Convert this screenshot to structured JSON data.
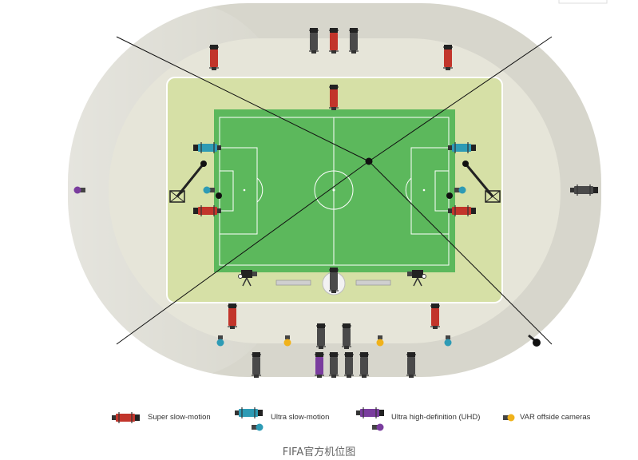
{
  "legend": {
    "super_slow": "Super slow-motion",
    "ultra_slow": "Ultra slow-motion",
    "uhd": "Ultra high-definition (UHD)",
    "var": "VAR offside cameras"
  },
  "caption": "FIFA官方机位图",
  "colors": {
    "background": "#ffffff",
    "stand_outer": "#d7d6cc",
    "stand_inner": "#e6e5d9",
    "apron": "#d6e0a6",
    "pitch": "#5cb85c",
    "pitch_lines": "#ffffff",
    "super_slow": "#c2352b",
    "ultra_slow": "#2e9bb5",
    "uhd": "#7a3d9e",
    "var": "#f0b21b",
    "standard": "#4a4a4a",
    "sightline": "#111111"
  },
  "camera_categories": [
    "super_slow",
    "ultra_slow",
    "uhd",
    "var",
    "standard"
  ]
}
